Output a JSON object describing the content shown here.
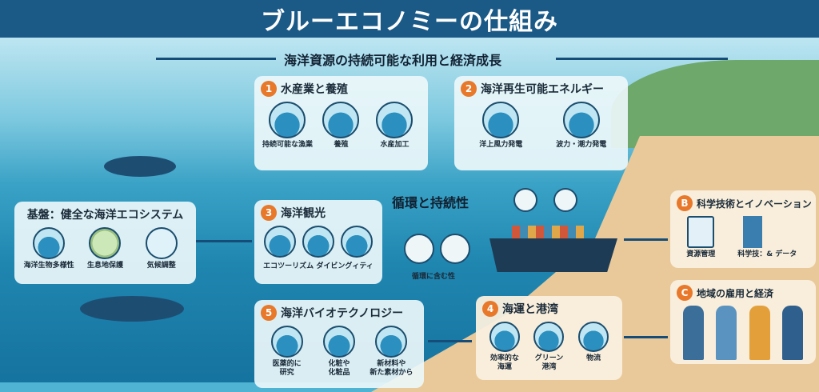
{
  "title": "ブルーエコノミーの仕組み",
  "top_flow": "海洋資源の持続可能な利用と経済成長",
  "center_label": "循環と持続性",
  "center_sub": "循環に含む性",
  "foundation": {
    "title": "基盤：健全な海洋エコシステム",
    "items": [
      "海洋生物多様性",
      "生息地保護",
      "気候調整"
    ]
  },
  "cards": [
    {
      "num": "1",
      "title": "水産業と養殖",
      "items": [
        "持続可能な漁業",
        "養殖",
        "水産加工"
      ]
    },
    {
      "num": "2",
      "title": "海洋再生可能エネルギー",
      "items": [
        "洋上風力発電",
        "波力・潮力発電"
      ]
    },
    {
      "num": "3",
      "title": "海洋観光",
      "items": [
        "エコツーリズム",
        "ダイビング",
        "ィティ"
      ]
    },
    {
      "num": "4",
      "title": "海運と港湾",
      "items": [
        "効率的な\n海運",
        "グリーン\n港湾",
        "物流"
      ]
    },
    {
      "num": "5",
      "title": "海洋バイオテクノロジー",
      "items": [
        "医薬的に\n研究",
        "化粧や\n化粧品",
        "新材料や\n新た素材から"
      ]
    }
  ],
  "side": [
    {
      "num": "B",
      "title": "科学技術とイノベーション",
      "items": [
        "資源管理",
        "科学技：& データ"
      ]
    },
    {
      "num": "C",
      "title": "地域の雇用と経済"
    }
  ],
  "colors": {
    "header": "#1b5a86",
    "badge": "#e8782a"
  }
}
